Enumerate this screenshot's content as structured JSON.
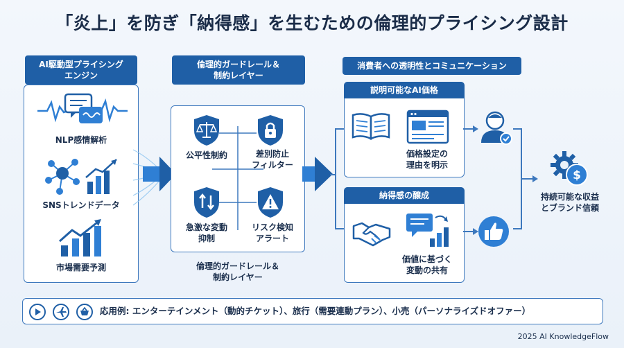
{
  "title": "「炎上」を防ぎ「納得感」を生むための倫理的プライシング設計",
  "columns": {
    "engine": {
      "header": [
        "AI駆動型プライシング",
        "エンジン"
      ],
      "items": [
        {
          "label": "NLP感情解析",
          "icon": "chat-wave-icon"
        },
        {
          "label": "SNSトレンドデータ",
          "icon": "network-chart-icon"
        },
        {
          "label": "市場需要予測",
          "icon": "growth-chart-icon"
        }
      ]
    },
    "guardrail": {
      "header": [
        "倫理的ガードレール＆",
        "制約レイヤー"
      ],
      "items": [
        {
          "label": [
            "公平性制約"
          ],
          "icon": "scales-shield-icon"
        },
        {
          "label": [
            "差別防止",
            "フィルター"
          ],
          "icon": "lock-shield-icon"
        },
        {
          "label": [
            "急激な変動",
            "抑制"
          ],
          "icon": "arrows-shield-icon"
        },
        {
          "label": [
            "リスク検知",
            "アラート"
          ],
          "icon": "warning-shield-icon"
        }
      ],
      "caption": [
        "倫理的ガードレール＆",
        "制約レイヤー"
      ]
    },
    "communication": {
      "header": "消費者への透明性とコミュニケーション",
      "explainable": {
        "title": "説明可能なAI価格",
        "label": [
          "価格設定の",
          "理由を明示"
        ]
      },
      "acceptance": {
        "title": "納得感の醸成",
        "label": [
          "価値に基づく",
          "変動の共有"
        ]
      }
    },
    "outcome": {
      "label": [
        "持続可能な収益",
        "とブランド信頼"
      ]
    }
  },
  "examples": {
    "label": "応用例: エンターテインメント（動的チケット）、旅行（需要連動プラン）、小売（パーソナライズドオファー）",
    "icons": [
      "play-icon",
      "airplane-icon",
      "shopping-basket-icon"
    ]
  },
  "footer": "2025 AI KnowledgeFlow",
  "colors": {
    "primary": "#1f5fa6",
    "accent": "#2f7fd4",
    "border": "#3d78bd"
  }
}
